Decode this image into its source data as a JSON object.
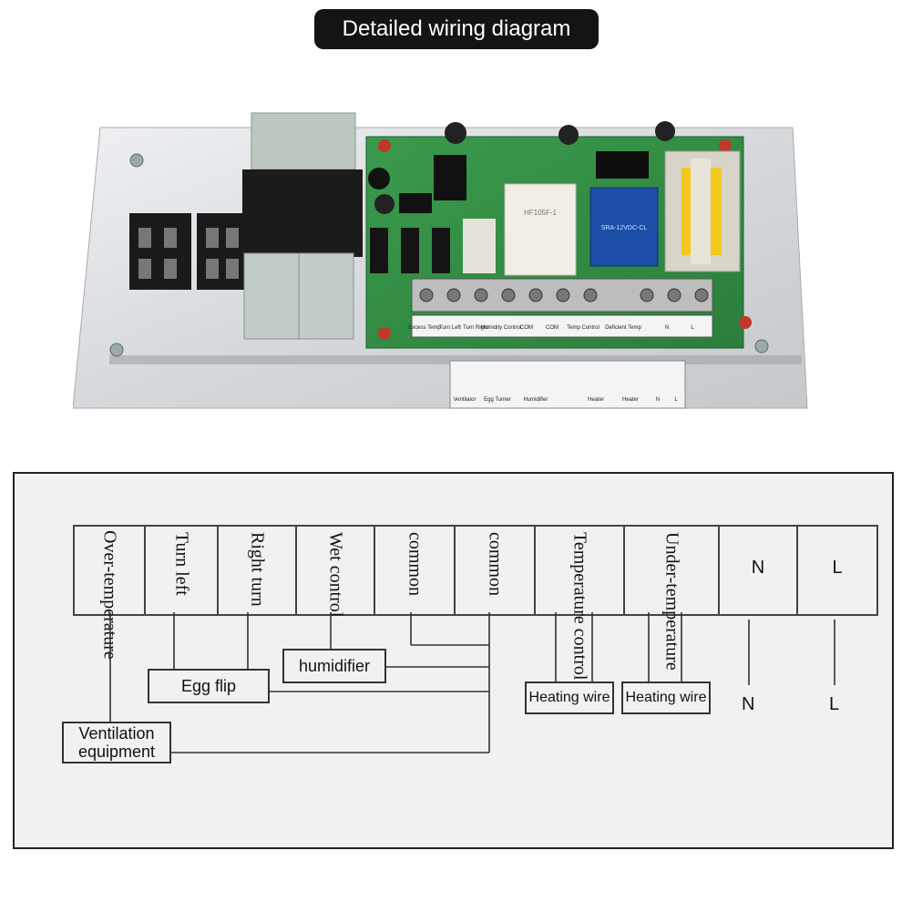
{
  "title": "Detailed wiring diagram",
  "board_silkscreen": {
    "terminals": [
      "Excess Temp",
      "Turn Left",
      "Turn Right",
      "Humidity Control",
      "COM",
      "COM",
      "Temp Control",
      "Deficient Temp",
      "N",
      "L"
    ],
    "under_labels": [
      "Ventilator",
      "Egg Turner",
      "Humidifier",
      "Heater",
      "Heater",
      "N",
      "L"
    ],
    "relay_text": "HF105F-1",
    "blue_relay_text": "SRA-12VDC-CL"
  },
  "diagram": {
    "terminals": [
      {
        "label": "Over-temperature",
        "orientation": "vertical"
      },
      {
        "label": "Turn left",
        "orientation": "vertical"
      },
      {
        "label": "Right turn",
        "orientation": "vertical"
      },
      {
        "label": "Wet control",
        "orientation": "vertical"
      },
      {
        "label": "common",
        "orientation": "vertical"
      },
      {
        "label": "common",
        "orientation": "vertical"
      },
      {
        "label": "Temperature control",
        "orientation": "vertical"
      },
      {
        "label": "Under-temperature",
        "orientation": "vertical"
      },
      {
        "label": "N",
        "orientation": "horizontal"
      },
      {
        "label": "L",
        "orientation": "horizontal"
      }
    ],
    "devices": {
      "humidifier": "humidifier",
      "egg_flip": "Egg flip",
      "ventilation": "Ventilation equipment",
      "heating_wire_1": "Heating wire",
      "heating_wire_2": "Heating wire",
      "n_label": "N",
      "l_label": "L"
    }
  }
}
